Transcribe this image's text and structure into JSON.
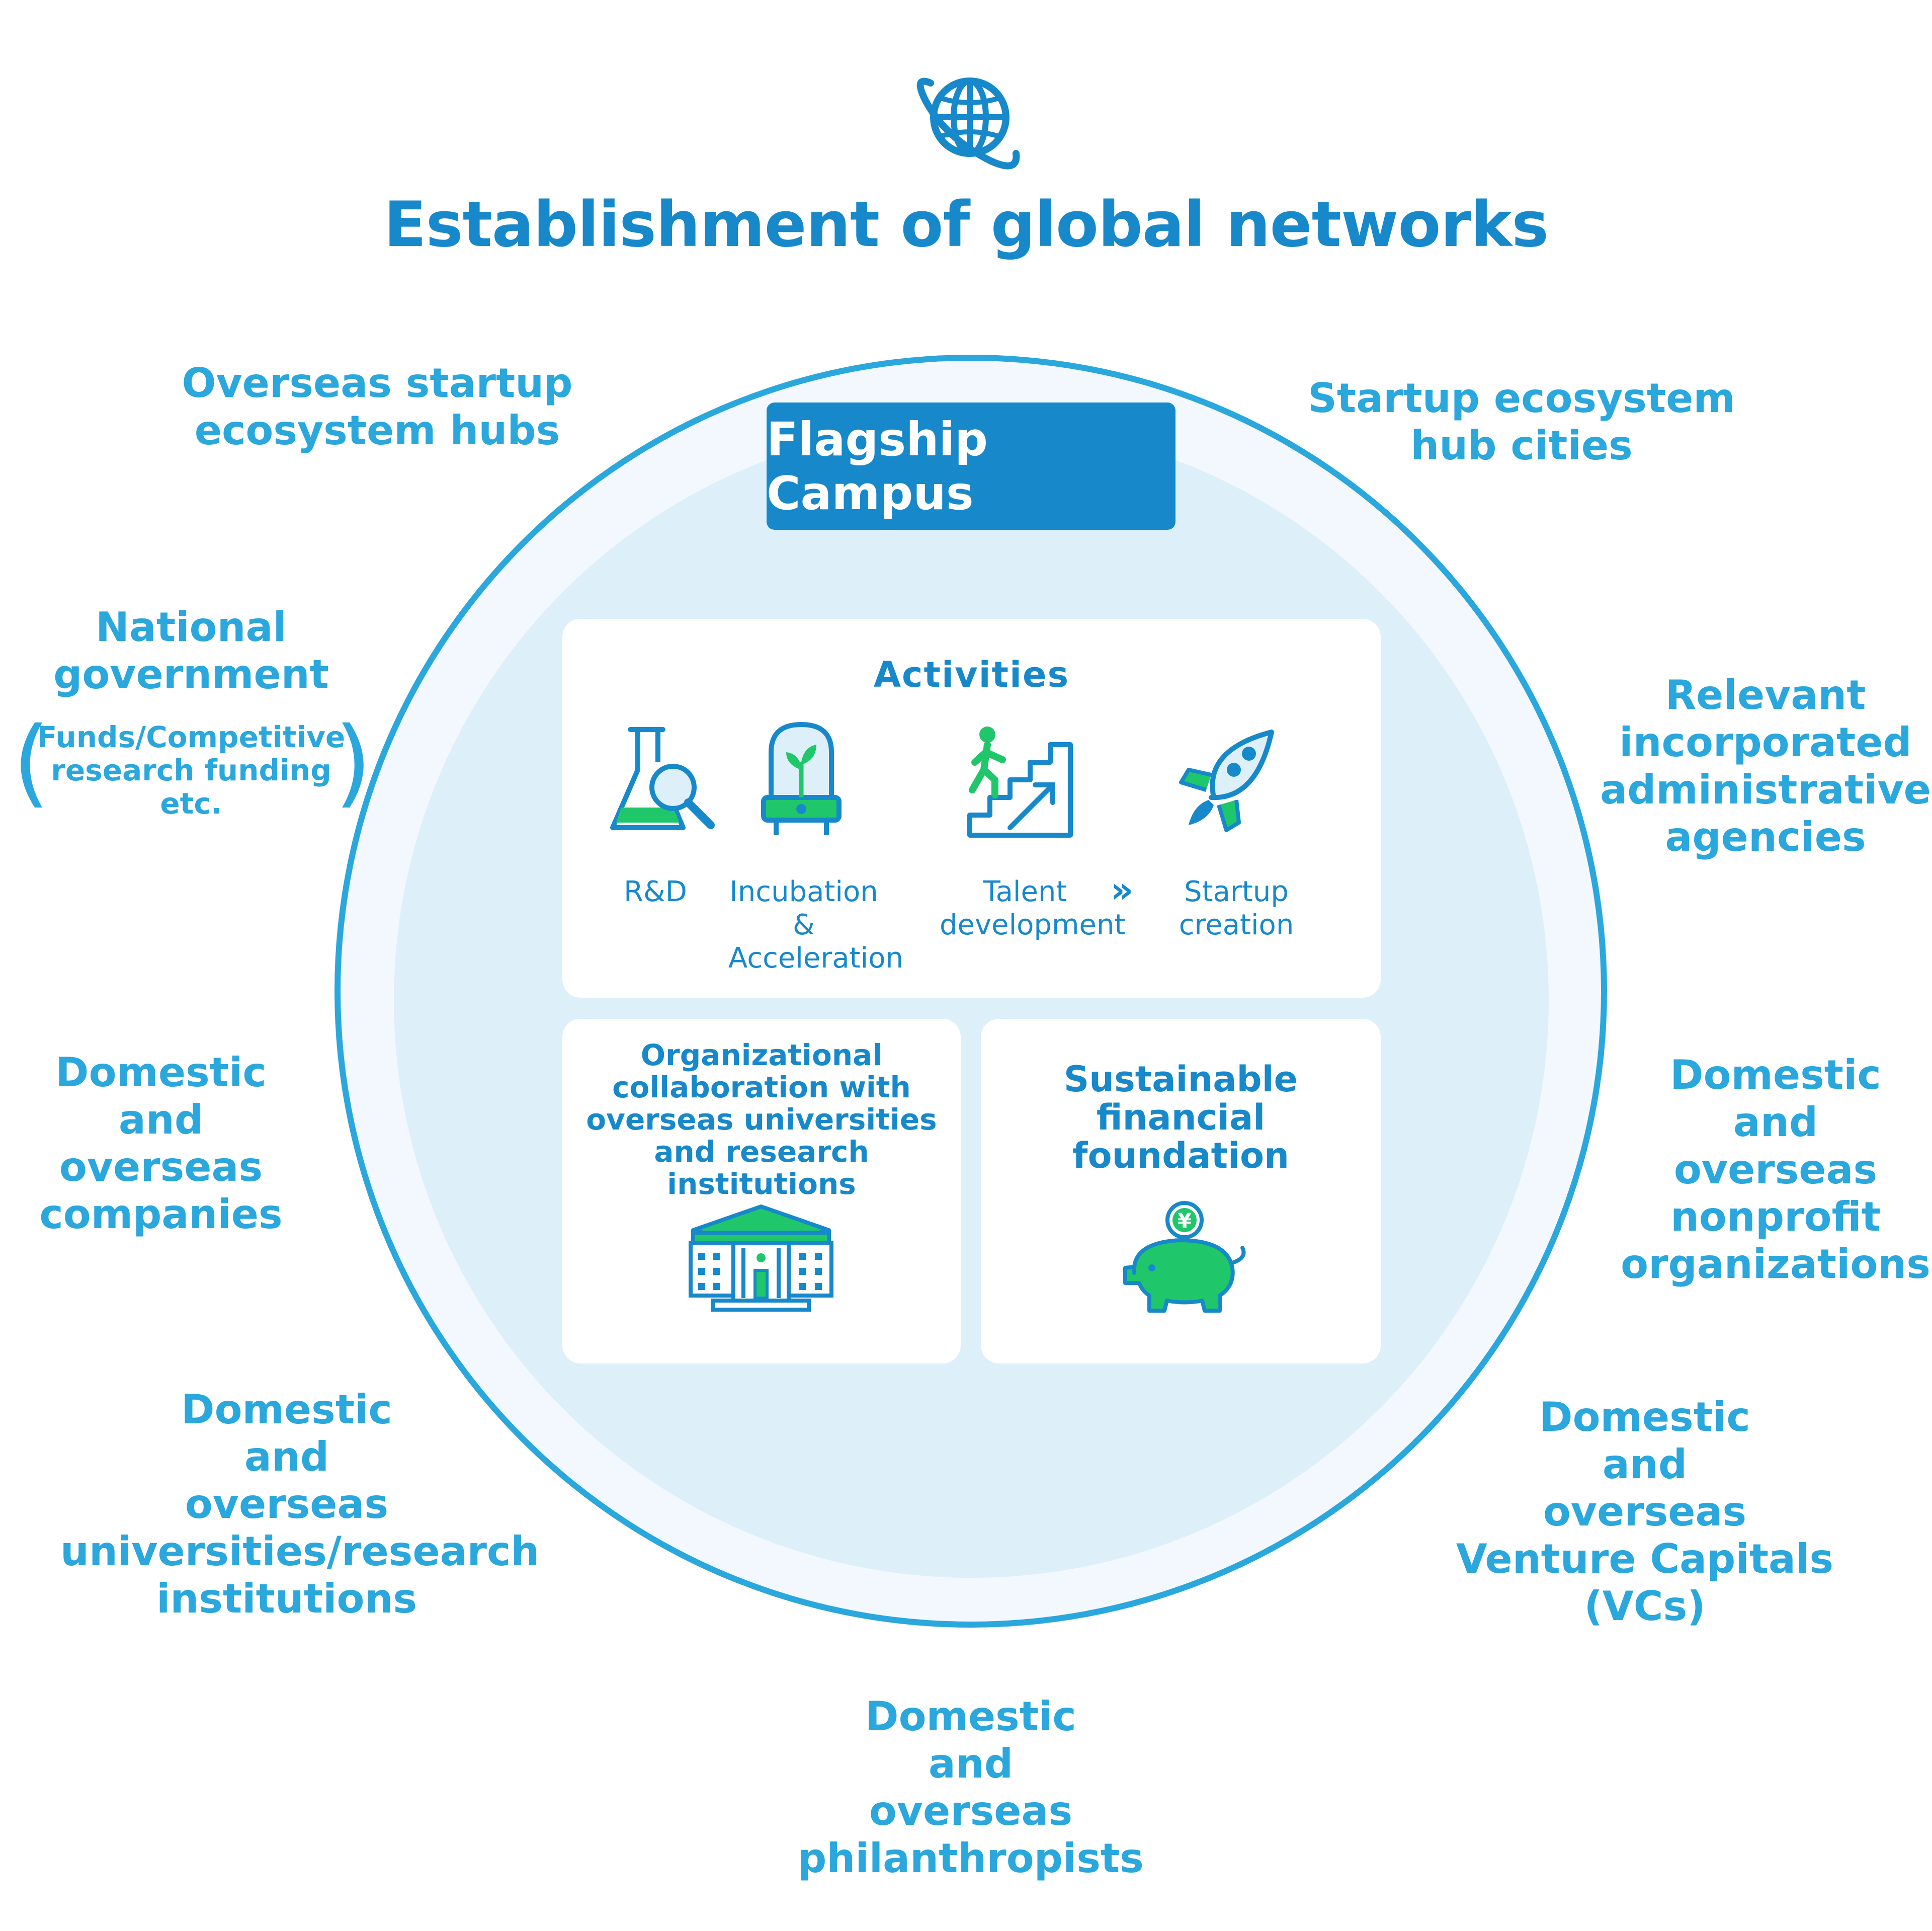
{
  "title": "Establishment of global networks",
  "center": {
    "flagship": "Flagship Campus",
    "activities": {
      "title": "Activities",
      "items": [
        {
          "label": "R&D",
          "icon": "flask-magnifier-icon"
        },
        {
          "label": "Incubation &\nAcceleration",
          "icon": "plant-incubator-icon"
        },
        {
          "label": "Talent\ndevelopment",
          "icon": "person-climbing-stairs-icon"
        },
        {
          "label": "Startup\ncreation",
          "icon": "rocket-icon"
        }
      ],
      "arrow": "»"
    },
    "collaboration": {
      "title": "Organizational\ncollaboration with\noverseas universities\nand research institutions",
      "icon": "university-building-icon"
    },
    "finance": {
      "title": "Sustainable financial\nfoundation",
      "icon": "piggy-bank-icon",
      "coin_symbol": "¥"
    }
  },
  "outer_labels": {
    "overseas_hubs": "Overseas startup\necosystem hubs",
    "hub_cities": "Startup ecosystem\nhub cities",
    "national_government": "National\ngovernment",
    "national_government_note": "Funds/Competitive\nresearch funding etc.",
    "agencies": "Relevant\nincorporated\nadministrative\nagencies",
    "companies": "Domestic\nand\noverseas\ncompanies",
    "nonprofits": "Domestic\nand\noverseas\nnonprofit\norganizations",
    "universities": "Domestic\nand\noverseas\nuniversities/research\ninstitutions",
    "vcs": "Domestic\nand\noverseas\nVenture Capitals (VCs)",
    "philanthropists": "Domestic\nand\noverseas\nphilanthropists"
  },
  "colors": {
    "primary": "#1789cb",
    "accent": "#2aa7dc",
    "green": "#20c76a",
    "circle_fill": "#ddeff9"
  }
}
